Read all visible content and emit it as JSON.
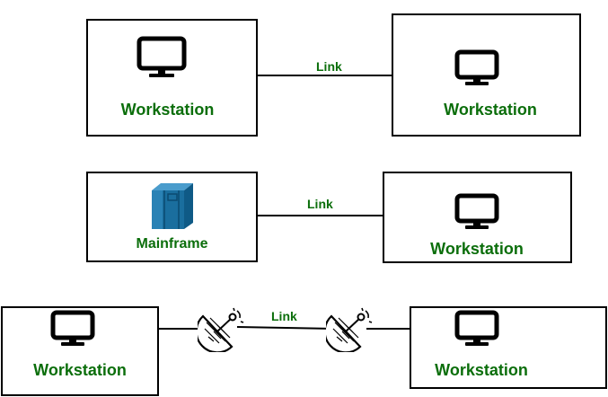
{
  "rows": [
    {
      "left": {
        "label": "Workstation",
        "icon": "monitor-icon"
      },
      "link": {
        "label": "Link"
      },
      "right": {
        "label": "Workstation",
        "icon": "monitor-icon"
      }
    },
    {
      "left": {
        "label": "Mainframe",
        "icon": "mainframe-icon"
      },
      "link": {
        "label": "Link"
      },
      "right": {
        "label": "Workstation",
        "icon": "monitor-icon"
      }
    },
    {
      "left": {
        "label": "Workstation",
        "icon": "monitor-icon"
      },
      "link": {
        "label": "Link",
        "endpoints": [
          "satellite-dish-icon",
          "satellite-dish-icon"
        ]
      },
      "right": {
        "label": "Workstation",
        "icon": "monitor-icon"
      }
    }
  ],
  "colors": {
    "label": "#0b6e0b",
    "stroke": "#000000",
    "mainframe": "#1a6e9e"
  }
}
